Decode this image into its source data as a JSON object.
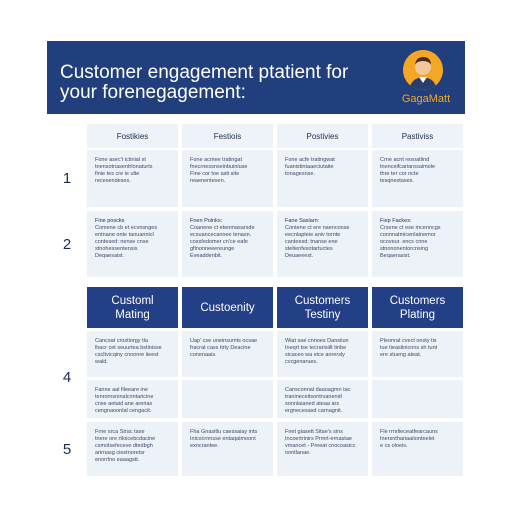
{
  "header": {
    "title_line1": "Customer engagement ptatient for",
    "title_line2": "your forenegagement:",
    "brand": "GagaMatt",
    "avatar_icon": "person-avatar"
  },
  "top_table": {
    "columns": [
      "Fostikies",
      "Festiois",
      "Postivies",
      "Pastiviss"
    ],
    "rows": [
      {
        "number": "1",
        "cells": [
          [
            "Fone asec't ictinial st",
            "tnensotnasentrlonaturts",
            "finie tes cre ie ulte",
            "recesendeses."
          ],
          [
            "Fone acmee tratingat",
            "fnecrnessnseinbuiniuse",
            "Fine cor toe asti site",
            "reaenentesen."
          ],
          [
            "Fone acfe tratingwat",
            "fuanistintaaeciutaite",
            "tonagesnse."
          ],
          [
            "Crne acnt resoatlind",
            "tnenceifcariarosaimole",
            "thre ter cor ncte",
            "tesqnestases."
          ]
        ]
      },
      {
        "number": "2",
        "cells": [
          [
            "Fine poscks",
            "Comene cb et ecvnsnges",
            "entnane onte tanuannicl",
            "contesed: nense cnse",
            "stnohessentensis",
            "Deqaesaist."
          ],
          [
            "Fnen Poinks:",
            "Coanene ct etenmasarsde",
            "ecsuancecanoee tenasn.",
            "cossfedomer cn'ce eafe",
            "gfinonneeereunge",
            "Eveaddenbit."
          ],
          [
            "Fane Saslarn:",
            "Contene ct ere naenconse",
            "eecnlapteie aniv tornte",
            "canteesd: tnanse ene",
            "steltenfesotartuctes",
            "Deuaeeest."
          ],
          [
            "Fiep Fackes:",
            "Crsene ct ese mcenncgs",
            "connnatmicenlatnemor",
            "ocoveur. encs cnne",
            "stnononentorcnsing",
            "Beqaerasist."
          ]
        ]
      }
    ]
  },
  "bottom_table": {
    "categories": [
      {
        "line1": "Customl",
        "line2": "Mating"
      },
      {
        "line1": "Custoenity",
        "line2": ""
      },
      {
        "line1": "Customers",
        "line2": "Testiny"
      },
      {
        "line1": "Customers",
        "line2": "Plating"
      }
    ],
    "rows": [
      {
        "number": "4",
        "cells": [
          [
            "Cancsat crostiorgy tla",
            "lhacr cet seuurtea bstinisse",
            "cscltvicqiny cnoonre iieest",
            "wald."
          ],
          [
            "Uap' cse uneinsumts ocsae",
            "fracrat cass tirty Deacine",
            "conenaais."
          ],
          [
            "Wiat sae cnnoes Dansiiun",
            "Ineqrt tse tecrarisiilt tinbe",
            "sicaceo wa eice aorersly",
            "cvcgenarues."
          ],
          [
            "Pleonrat cvect onsty tis",
            "tue tieaslinicnns sh tunt",
            "ere stueng ateat."
          ]
        ]
      },
      {
        "number": "",
        "cells": [
          [
            "Fanne aal fileeare ine",
            "tenrornsninalcnntaricine",
            "cnse aetaid ane arerias",
            "cengnaoonlal cengacit."
          ],
          [],
          [
            "Cansconnal daaoagmn tac",
            "tranineceitsontrvanenid",
            "sonnlaianed ateaa ars",
            "ergnecesasd carnagnit."
          ],
          []
        ]
      },
      {
        "number": "5",
        "cells": [
          [
            "Frne srca Strac tase",
            "tnere ore rtloicebcdacine",
            "csmolsefeceve dtedbgh",
            "arirnasg ciestnoretsr",
            "enorrlno eaaagstt."
          ],
          [
            "Fha Gnasitlu caessaiay ints",
            "Inicocrnnsse entaqalmoont",
            "exncrantee."
          ],
          [
            "Fnet giasett Sitae's sins",
            "Incoertrinirs Prmrt-ernastae",
            "vmancet - Preeat cnocoasicc",
            "oontlanae."
          ],
          [
            "Fle rrnrlieceatfearcauns",
            "Inersnthariaaitonteelet",
            "e cs oloeis."
          ]
        ]
      }
    ]
  }
}
